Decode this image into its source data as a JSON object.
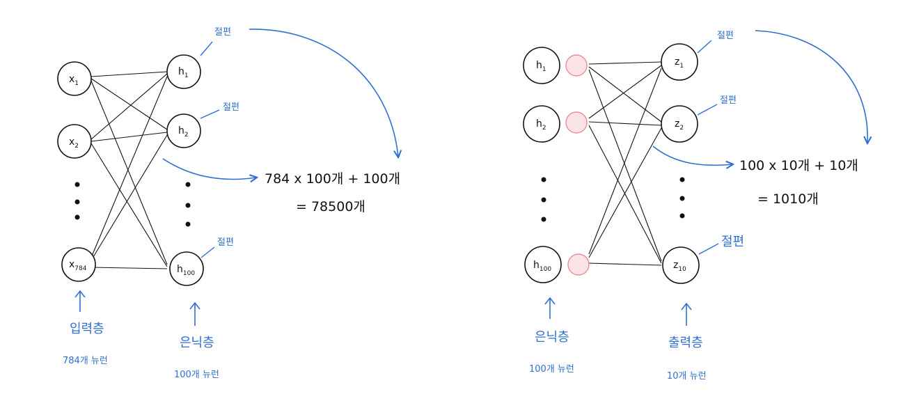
{
  "left_network": {
    "input_nodes": [
      {
        "base": "x",
        "sub": "1"
      },
      {
        "base": "x",
        "sub": "2"
      },
      {
        "base": "x",
        "sub": "784"
      }
    ],
    "hidden_nodes": [
      {
        "base": "h",
        "sub": "1"
      },
      {
        "base": "h",
        "sub": "2"
      },
      {
        "base": "h",
        "sub": "100"
      }
    ],
    "bias_label": "절편",
    "formula_line1": "784 x 100개 + 100개",
    "formula_line2": "= 78500개",
    "input_layer_title": "입력층",
    "input_layer_count": "784개 뉴런",
    "hidden_layer_title": "은닉층",
    "hidden_layer_count": "100개 뉴런"
  },
  "right_network": {
    "hidden_nodes": [
      {
        "base": "h",
        "sub": "1"
      },
      {
        "base": "h",
        "sub": "2"
      },
      {
        "base": "h",
        "sub": "100"
      }
    ],
    "output_nodes": [
      {
        "base": "z",
        "sub": "1"
      },
      {
        "base": "z",
        "sub": "2"
      },
      {
        "base": "z",
        "sub": "10"
      }
    ],
    "bias_label": "절편",
    "formula_line1": "100 x 10개 + 10개",
    "formula_line2": "= 1010개",
    "hidden_layer_title": "은닉층",
    "hidden_layer_count": "100개 뉴런",
    "output_layer_title": "출력층",
    "output_layer_count": "10개 뉴런"
  },
  "colors": {
    "ink": "#111111",
    "annotation_blue": "#2f6fd0",
    "activation_fill": "#fbe3e6",
    "activation_stroke": "#e58f9c"
  }
}
